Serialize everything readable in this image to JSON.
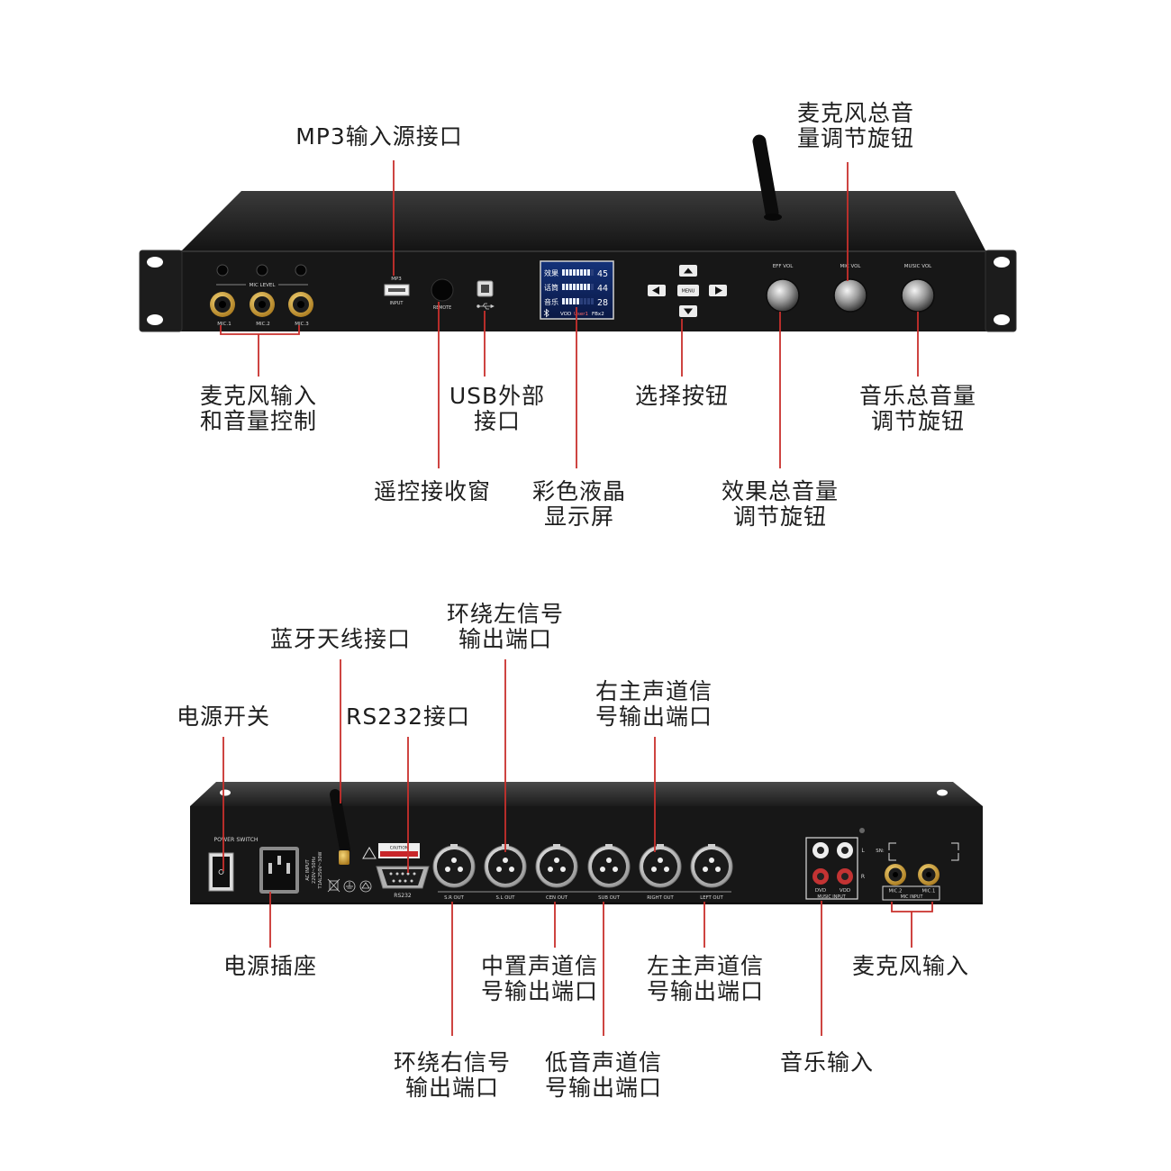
{
  "colors": {
    "callout_line": "#c9302c",
    "label_text": "#1e1e1e"
  },
  "front": {
    "callouts": {
      "mp3_input": [
        "MP3输入源接口"
      ],
      "mic_master_volume": [
        "麦克风总音",
        "量调节旋钮"
      ],
      "mic_input_volume": [
        "麦克风输入",
        "和音量控制"
      ],
      "usb_port": [
        "USB外部",
        "接口"
      ],
      "select_buttons": [
        "选择按钮"
      ],
      "music_volume": [
        "音乐总音量",
        "调节旋钮"
      ],
      "remote_window": [
        "遥控接收窗"
      ],
      "lcd_display": [
        "彩色液晶",
        "显示屏"
      ],
      "effect_volume": [
        "效果总音量",
        "调节旋钮"
      ]
    },
    "panel": {
      "mic_level": "MIC LEVEL",
      "mic_jacks": [
        "MIC.1",
        "MIC.2",
        "MIC.3"
      ],
      "mp3": "MP3",
      "input": "INPUT",
      "remote": "REMOTE",
      "menu": "MENU",
      "knobs": [
        "EFF VOL",
        "MIC VOL",
        "MUSIC VOL"
      ]
    },
    "display": {
      "rows": [
        {
          "label": "效果",
          "value": "45"
        },
        {
          "label": "话筒",
          "value": "44"
        },
        {
          "label": "音乐",
          "value": "28"
        }
      ],
      "status_icon": "bluetooth-icon",
      "status": [
        "VOD",
        "User1",
        "FBx2"
      ]
    }
  },
  "rear": {
    "callouts": {
      "surround_left_out": [
        "环绕左信号",
        "输出端口"
      ],
      "bluetooth_antenna": [
        "蓝牙天线接口"
      ],
      "right_main_out": [
        "右主声道信",
        "号输出端口"
      ],
      "power_switch": [
        "电源开关"
      ],
      "rs232_port": [
        "RS232接口"
      ],
      "power_socket": [
        "电源插座"
      ],
      "center_out": [
        "中置声道信",
        "号输出端口"
      ],
      "left_main_out": [
        "左主声道信",
        "号输出端口"
      ],
      "mic_input": [
        "麦克风输入"
      ],
      "surround_right_out": [
        "环绕右信号",
        "输出端口"
      ],
      "subwoofer_out": [
        "低音声道信",
        "号输出端口"
      ],
      "music_input": [
        "音乐输入"
      ]
    },
    "panel": {
      "power_switch": "POWER SWITCH",
      "ac_input": [
        "AC INPUT",
        "220V~50Hz",
        "T1AL250V~30W"
      ],
      "caution": "CAUTION",
      "rs232": "RS232",
      "outputs": [
        "S.R OUT",
        "S.L OUT",
        "CEN OUT",
        "SUB OUT",
        "RIGHT OUT",
        "LEFT OUT"
      ],
      "music_inputs": [
        "DVD",
        "VOD"
      ],
      "music_input": "MUSIC INPUT",
      "channels": [
        "L",
        "R"
      ],
      "sn": "SN:",
      "mic_jacks": [
        "MIC.2",
        "MIC.1"
      ],
      "mic_input": "MIC INPUT"
    }
  }
}
